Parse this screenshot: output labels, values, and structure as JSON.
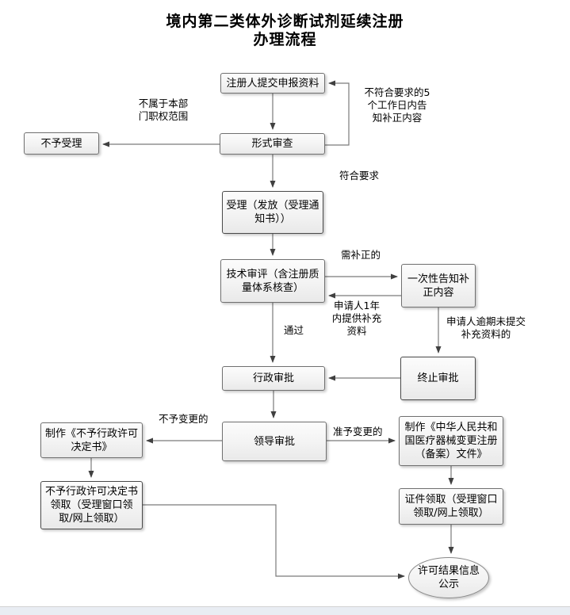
{
  "title": {
    "line1": "境内第二类体外诊断试剂延续注册",
    "line2": "办理流程"
  },
  "nodes": {
    "submit": {
      "label": "注册人提交申报资料"
    },
    "not_accepted": {
      "label": "不予受理"
    },
    "formal_review": {
      "label": "形式审查"
    },
    "acceptance": {
      "label": "受理（发放（受理通\n知书））"
    },
    "tech_review": {
      "label": "技术审评（含注册质\n量体系核查）"
    },
    "one_time_notice": {
      "label": "一次性告知补\n正内容"
    },
    "terminate": {
      "label": "终止审批"
    },
    "admin_approval": {
      "label": "行政审批"
    },
    "leader_approval": {
      "label": "领导审批"
    },
    "make_refusal": {
      "label": "制作《不予行政许可\n决定书》"
    },
    "refusal_pickup": {
      "label": "不予行政许可决定书\n领取（受理窗口领\n取/网上领取）"
    },
    "make_change_doc": {
      "label": "制作《中华人民共和\n国医疗器械变更注册\n（备案）文件》"
    },
    "cert_pickup": {
      "label": "证件领取（受理窗口\n领取/网上领取）"
    },
    "publish_result": {
      "label": "许可结果信息\n公示"
    }
  },
  "edge_labels": {
    "notify_within_5days": "不符合要求的5\n个工作日内告\n知补正内容",
    "outside_jurisdiction": "不属于本部\n门职权范围",
    "meets_requirements": "符合要求",
    "needs_correction": "需补正的",
    "supplement_within_1yr": "申请人1年\n内提供补充\n资料",
    "pass": "通过",
    "overdue_no_supplement": "申请人逾期未提交\n补充资料的",
    "no_change": "不予变更的",
    "change_approved": "准予变更的"
  },
  "edges": [
    {
      "from": "submit",
      "to": "formal_review"
    },
    {
      "from": "formal_review",
      "to": "not_accepted",
      "label": "outside_jurisdiction"
    },
    {
      "from": "formal_review",
      "to": "submit",
      "label": "notify_within_5days"
    },
    {
      "from": "formal_review",
      "to": "acceptance",
      "label": "meets_requirements"
    },
    {
      "from": "acceptance",
      "to": "tech_review"
    },
    {
      "from": "tech_review",
      "to": "one_time_notice",
      "label": "needs_correction"
    },
    {
      "from": "one_time_notice",
      "to": "tech_review",
      "label": "supplement_within_1yr"
    },
    {
      "from": "one_time_notice",
      "to": "terminate",
      "label": "overdue_no_supplement"
    },
    {
      "from": "terminate",
      "to": "admin_approval"
    },
    {
      "from": "tech_review",
      "to": "admin_approval",
      "label": "pass"
    },
    {
      "from": "admin_approval",
      "to": "leader_approval"
    },
    {
      "from": "leader_approval",
      "to": "make_refusal",
      "label": "no_change"
    },
    {
      "from": "leader_approval",
      "to": "make_change_doc",
      "label": "change_approved"
    },
    {
      "from": "make_refusal",
      "to": "refusal_pickup"
    },
    {
      "from": "make_change_doc",
      "to": "cert_pickup"
    },
    {
      "from": "cert_pickup",
      "to": "publish_result"
    },
    {
      "from": "refusal_pickup",
      "to": "publish_result"
    }
  ],
  "colors": {
    "box_border": "#707070",
    "arrow_line": "#7a7a7a",
    "arrowhead": "#404040",
    "footer_band": "#e9edf3"
  }
}
